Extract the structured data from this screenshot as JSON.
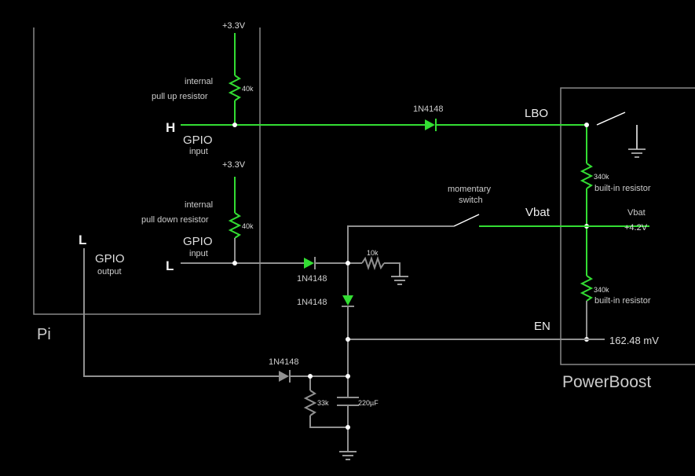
{
  "colors": {
    "background": "#000000",
    "active": "#33dd33",
    "inactive": "#909090",
    "box": "#888888",
    "text": "#dddddd"
  },
  "pi": {
    "label": "Pi",
    "pullup": {
      "supply": "+3.3V",
      "label1": "internal",
      "label2": "pull up resistor",
      "value": "40k"
    },
    "pulldown": {
      "supply": "+3.3V",
      "label1": "internal",
      "label2": "pull down resistor",
      "value": "40k"
    },
    "gpio_in_h": {
      "state": "H",
      "title": "GPIO",
      "sub": "input"
    },
    "gpio_in_l": {
      "state": "L",
      "title": "GPIO",
      "sub": "input"
    },
    "gpio_out": {
      "state": "L",
      "title": "GPIO",
      "sub": "output"
    }
  },
  "powerboost": {
    "label": "PowerBoost",
    "lbo": "LBO",
    "vbat": "Vbat",
    "en": "EN",
    "vbat_probe_label": "Vbat",
    "vbat_probe_value": "+4.2V",
    "en_probe_value": "162.48 mV",
    "r_top": {
      "value": "340k",
      "label": "built-in resistor"
    },
    "r_bot": {
      "value": "340k",
      "label": "built-in resistor"
    }
  },
  "external": {
    "d_lbo": "1N4148",
    "d_gpio_in": "1N4148",
    "d_vertical": "1N4148",
    "d_gpio_out": "1N4148",
    "r_10k": "10k",
    "r_33k": "33k",
    "cap": "220µF",
    "switch_label1": "momentary",
    "switch_label2": "switch"
  }
}
